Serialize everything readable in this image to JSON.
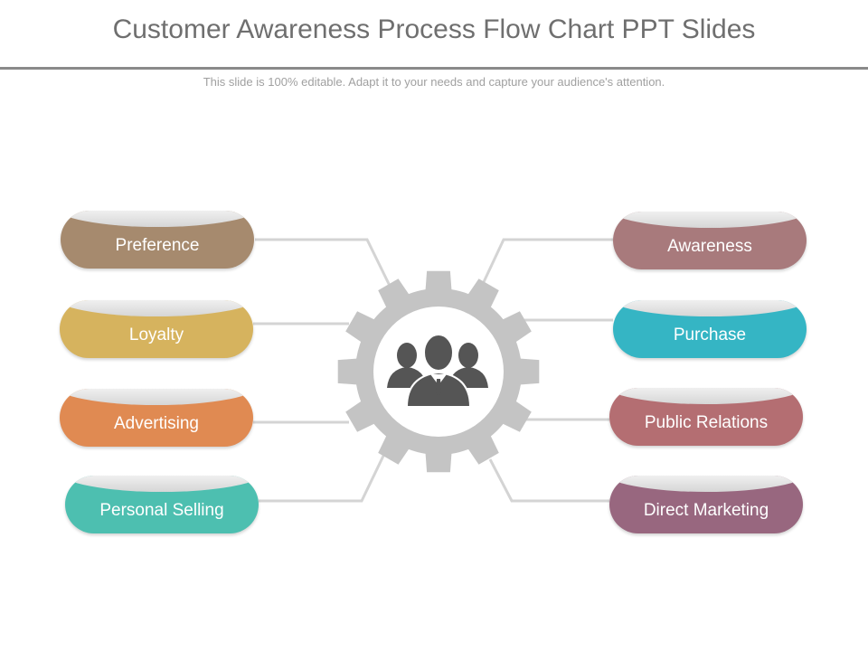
{
  "header": {
    "title": "Customer Awareness Process Flow Chart PPT Slides",
    "subtitle": "This slide is 100% editable. Adapt it to your needs and capture your audience's attention."
  },
  "diagram": {
    "center_icon": "team-people-icon",
    "center_shape": "gear",
    "left_items": [
      {
        "label": "Preference",
        "color": "#a68a6e"
      },
      {
        "label": "Loyalty",
        "color": "#d6b35e"
      },
      {
        "label": "Advertising",
        "color": "#e08a52"
      },
      {
        "label": "Personal Selling",
        "color": "#4dbfb0"
      }
    ],
    "right_items": [
      {
        "label": "Awareness",
        "color": "#a87a7c"
      },
      {
        "label": "Purchase",
        "color": "#35b5c4"
      },
      {
        "label": "Public Relations",
        "color": "#b46e72"
      },
      {
        "label": "Direct Marketing",
        "color": "#98677f"
      }
    ],
    "connector_color": "#d4d4d4",
    "gear_color": "#c4c4c4",
    "icon_color": "#555555"
  }
}
